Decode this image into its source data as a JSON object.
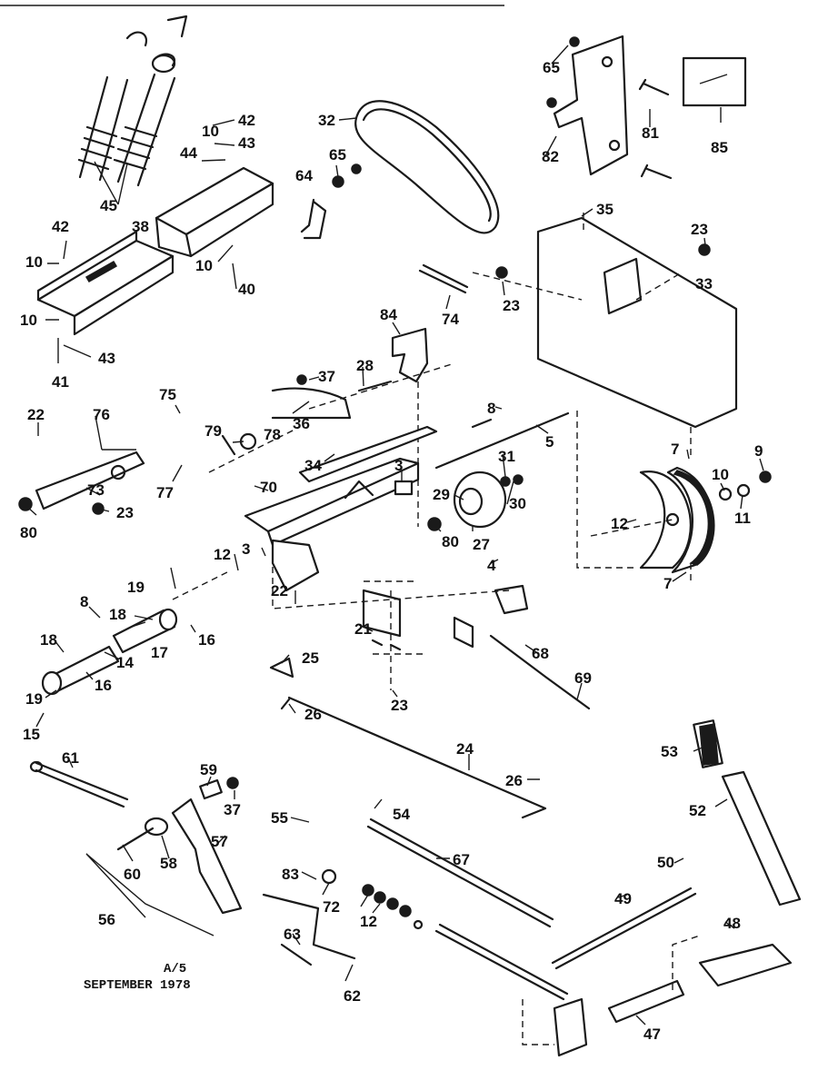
{
  "stamp": {
    "code": "A/5",
    "date": "SEPTEMBER 1978"
  },
  "callouts": [
    {
      "id": "c45",
      "label": "45"
    },
    {
      "id": "c42a",
      "label": "42"
    },
    {
      "id": "c10a",
      "label": "10"
    },
    {
      "id": "c43a",
      "label": "43"
    },
    {
      "id": "c44",
      "label": "44"
    },
    {
      "id": "c38",
      "label": "38"
    },
    {
      "id": "c42b",
      "label": "42"
    },
    {
      "id": "c10b",
      "label": "10"
    },
    {
      "id": "c10c",
      "label": "10"
    },
    {
      "id": "c40",
      "label": "40"
    },
    {
      "id": "c10d",
      "label": "10"
    },
    {
      "id": "c43b",
      "label": "43"
    },
    {
      "id": "c41",
      "label": "41"
    },
    {
      "id": "c32",
      "label": "32"
    },
    {
      "id": "c65a",
      "label": "65"
    },
    {
      "id": "c64",
      "label": "64"
    },
    {
      "id": "c65b",
      "label": "65"
    },
    {
      "id": "c82",
      "label": "82"
    },
    {
      "id": "c81",
      "label": "81"
    },
    {
      "id": "c85",
      "label": "85"
    },
    {
      "id": "c35",
      "label": "35"
    },
    {
      "id": "c23a",
      "label": "23"
    },
    {
      "id": "c33",
      "label": "33"
    },
    {
      "id": "c74",
      "label": "74"
    },
    {
      "id": "c23b",
      "label": "23"
    },
    {
      "id": "c84",
      "label": "84"
    },
    {
      "id": "c37a",
      "label": "37"
    },
    {
      "id": "c28",
      "label": "28"
    },
    {
      "id": "c36",
      "label": "36"
    },
    {
      "id": "c75",
      "label": "75"
    },
    {
      "id": "c22a",
      "label": "22"
    },
    {
      "id": "c76",
      "label": "76"
    },
    {
      "id": "c79",
      "label": "79"
    },
    {
      "id": "c78",
      "label": "78"
    },
    {
      "id": "c8a",
      "label": "8"
    },
    {
      "id": "c5",
      "label": "5"
    },
    {
      "id": "c7a",
      "label": "7"
    },
    {
      "id": "c9",
      "label": "9"
    },
    {
      "id": "c34",
      "label": "34"
    },
    {
      "id": "c3a",
      "label": "3"
    },
    {
      "id": "c31",
      "label": "31"
    },
    {
      "id": "c10e",
      "label": "10"
    },
    {
      "id": "c11",
      "label": "11"
    },
    {
      "id": "c77",
      "label": "77"
    },
    {
      "id": "c70",
      "label": "70"
    },
    {
      "id": "c29",
      "label": "29"
    },
    {
      "id": "c30",
      "label": "30"
    },
    {
      "id": "c73",
      "label": "73"
    },
    {
      "id": "c23c",
      "label": "23"
    },
    {
      "id": "c80a",
      "label": "80"
    },
    {
      "id": "c80b",
      "label": "80"
    },
    {
      "id": "c27",
      "label": "27"
    },
    {
      "id": "c12a",
      "label": "12"
    },
    {
      "id": "c7b",
      "label": "7"
    },
    {
      "id": "c12b",
      "label": "12"
    },
    {
      "id": "c3b",
      "label": "3"
    },
    {
      "id": "c4",
      "label": "4"
    },
    {
      "id": "c19a",
      "label": "19"
    },
    {
      "id": "c22b",
      "label": "22"
    },
    {
      "id": "c8b",
      "label": "8"
    },
    {
      "id": "c18a",
      "label": "18"
    },
    {
      "id": "c16a",
      "label": "16"
    },
    {
      "id": "c17",
      "label": "17"
    },
    {
      "id": "c21",
      "label": "21"
    },
    {
      "id": "c68",
      "label": "68"
    },
    {
      "id": "c18b",
      "label": "18"
    },
    {
      "id": "c14",
      "label": "14"
    },
    {
      "id": "c16b",
      "label": "16"
    },
    {
      "id": "c25",
      "label": "25"
    },
    {
      "id": "c69",
      "label": "69"
    },
    {
      "id": "c19b",
      "label": "19"
    },
    {
      "id": "c26a",
      "label": "26"
    },
    {
      "id": "c23d",
      "label": "23"
    },
    {
      "id": "c15",
      "label": "15"
    },
    {
      "id": "c24",
      "label": "24"
    },
    {
      "id": "c53",
      "label": "53"
    },
    {
      "id": "c61",
      "label": "61"
    },
    {
      "id": "c59",
      "label": "59"
    },
    {
      "id": "c26b",
      "label": "26"
    },
    {
      "id": "c37b",
      "label": "37"
    },
    {
      "id": "c52",
      "label": "52"
    },
    {
      "id": "c55",
      "label": "55"
    },
    {
      "id": "c54",
      "label": "54"
    },
    {
      "id": "c57",
      "label": "57"
    },
    {
      "id": "c60",
      "label": "60"
    },
    {
      "id": "c58",
      "label": "58"
    },
    {
      "id": "c67",
      "label": "67"
    },
    {
      "id": "c50",
      "label": "50"
    },
    {
      "id": "c83",
      "label": "83"
    },
    {
      "id": "c72",
      "label": "72"
    },
    {
      "id": "c49",
      "label": "49"
    },
    {
      "id": "c56",
      "label": "56"
    },
    {
      "id": "c12c",
      "label": "12"
    },
    {
      "id": "c48",
      "label": "48"
    },
    {
      "id": "c63",
      "label": "63"
    },
    {
      "id": "c62",
      "label": "62"
    },
    {
      "id": "c47",
      "label": "47"
    }
  ]
}
